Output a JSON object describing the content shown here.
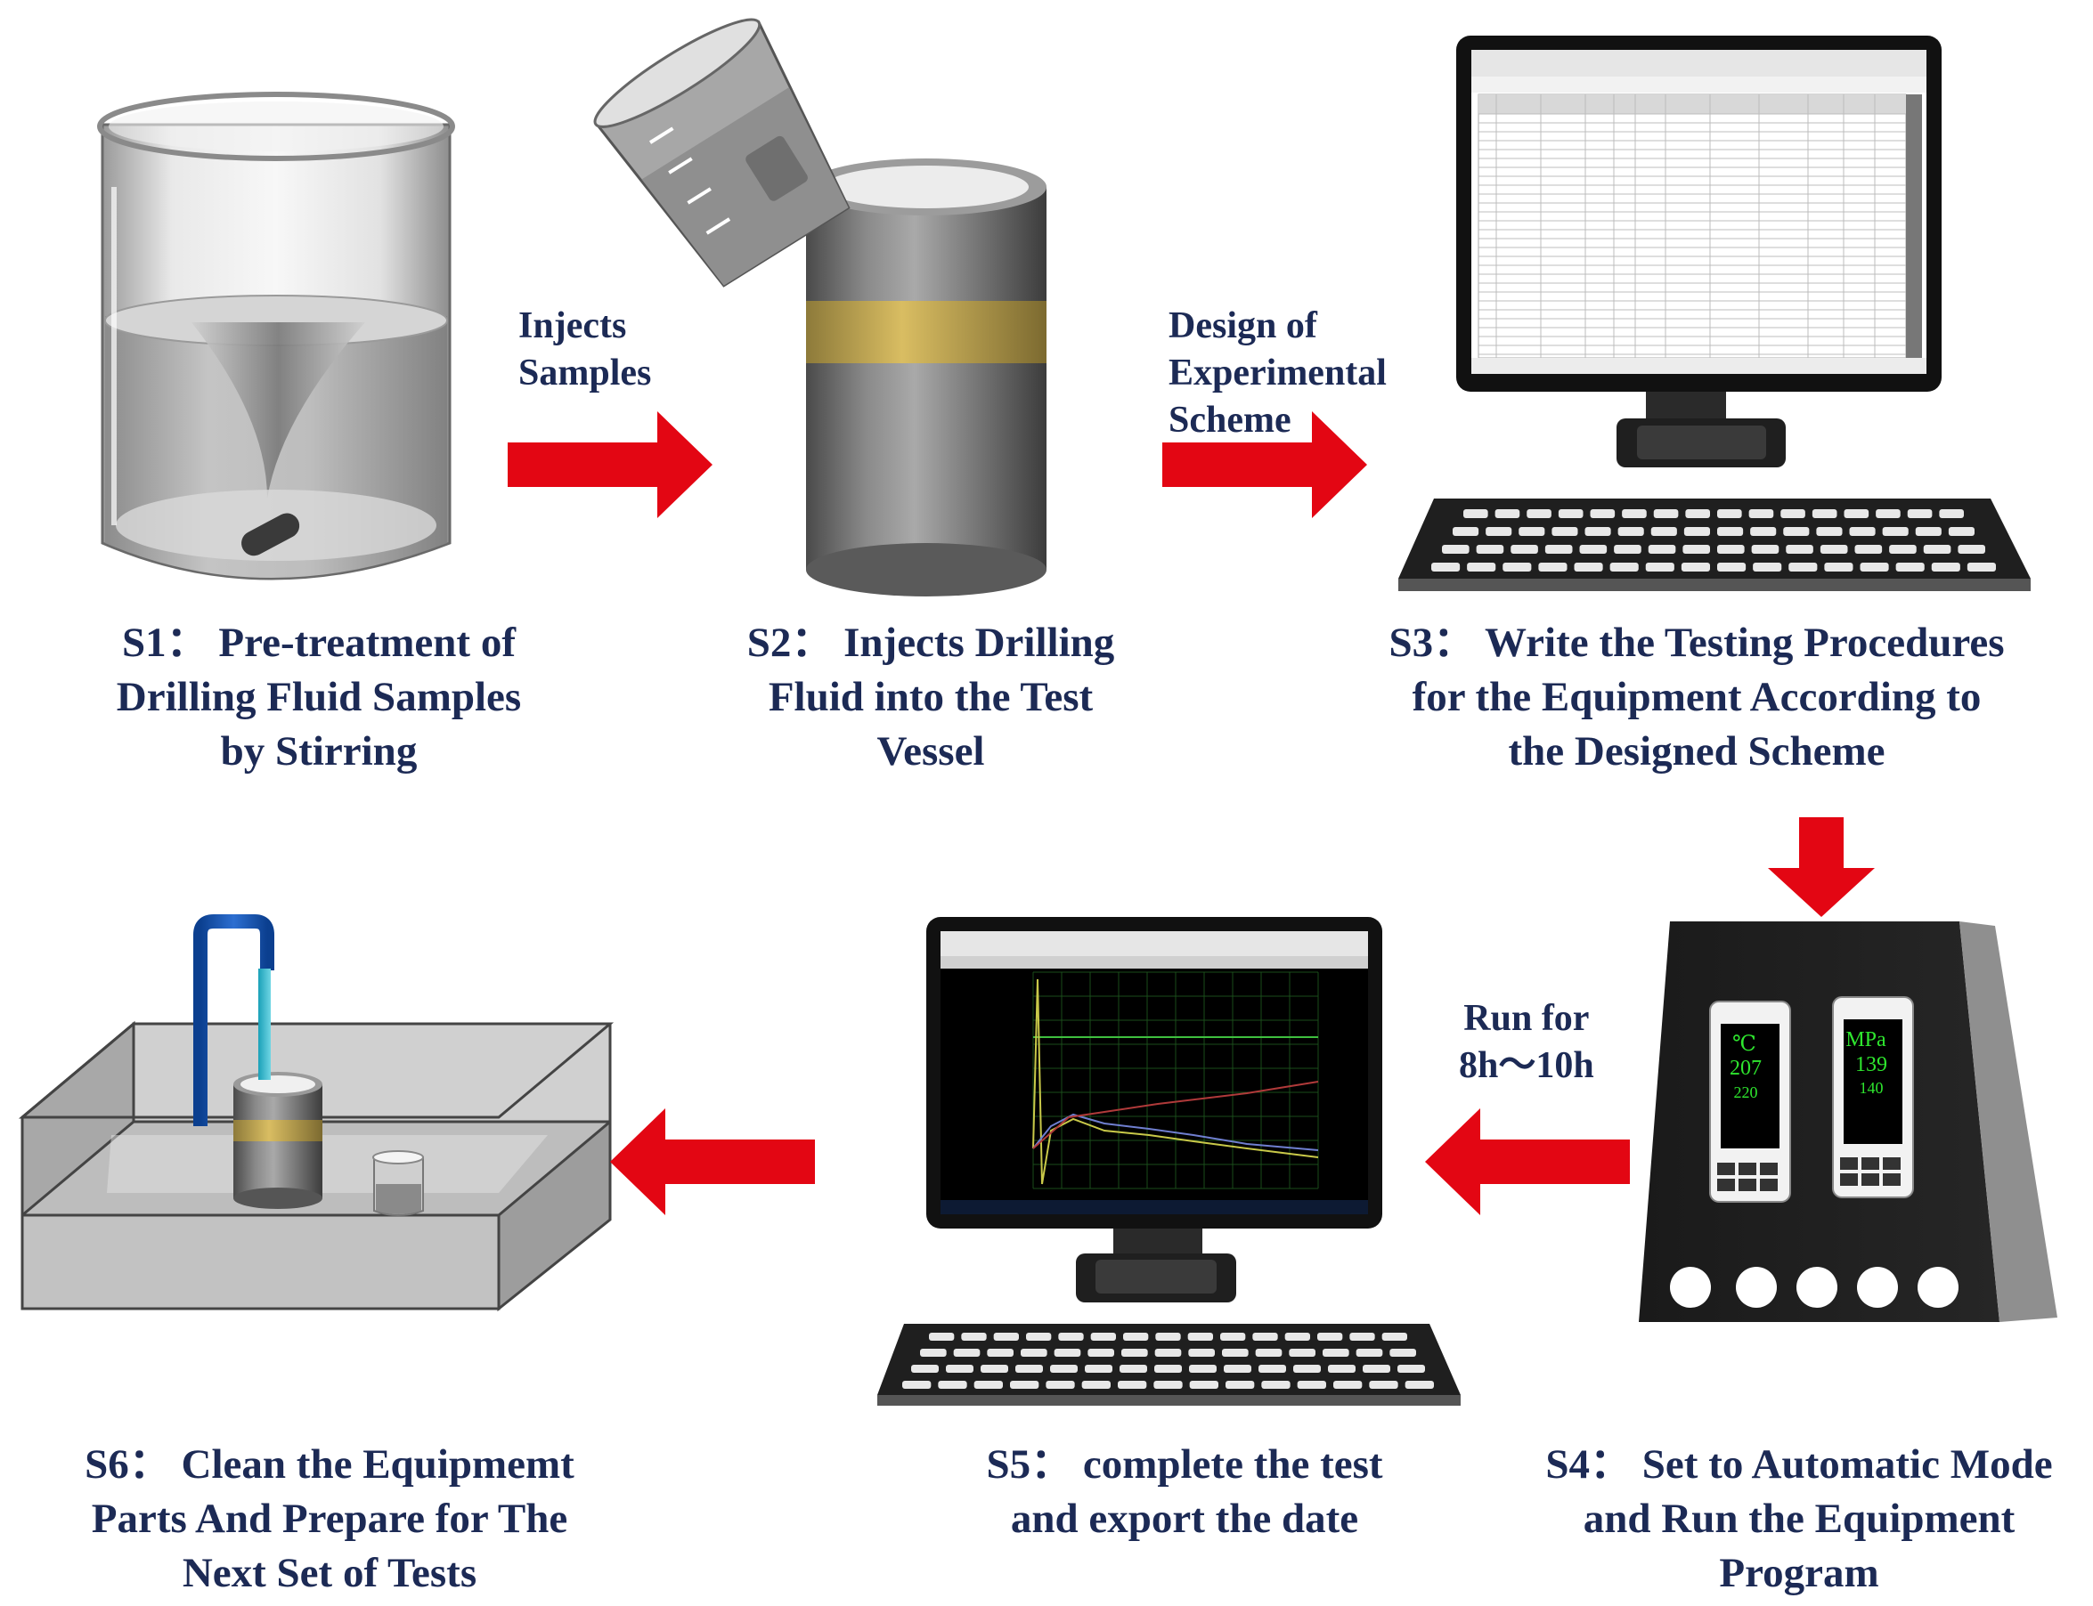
{
  "steps": {
    "s1": {
      "lines": [
        "S1： Pre-treatment of",
        "Drilling Fluid Samples",
        "by Stirring"
      ]
    },
    "s2": {
      "lines": [
        "S2： Injects Drilling",
        "Fluid into the Test",
        "Vessel"
      ]
    },
    "s3": {
      "lines": [
        "S3： Write the Testing Procedures",
        "for the Equipment According to",
        "the Designed Scheme"
      ]
    },
    "s4": {
      "lines": [
        "S4： Set to Automatic Mode",
        "and Run the Equipment",
        "Program"
      ]
    },
    "s5": {
      "lines": [
        "S5： complete the test",
        "and export the date"
      ]
    },
    "s6": {
      "lines": [
        "S6： Clean the Equipmemt",
        "Parts And Prepare for The",
        "Next Set of Tests"
      ]
    }
  },
  "arrows": {
    "a1": {
      "lines": [
        "Injects",
        "Samples"
      ]
    },
    "a2": {
      "lines": [
        "Design of",
        "Experimental",
        "Scheme"
      ]
    },
    "a4": {
      "lines": [
        "Run for",
        "8h～10h"
      ]
    }
  },
  "controller": {
    "temp_unit": "℃",
    "temp_value": "207",
    "temp_set": "220",
    "press_unit": "MPa",
    "press_value": "139",
    "press_set": "140"
  },
  "colors": {
    "arrow": "#e30613",
    "text": "#1c2a55",
    "display_text": "#2ee62e",
    "band": "#c8a84e"
  }
}
